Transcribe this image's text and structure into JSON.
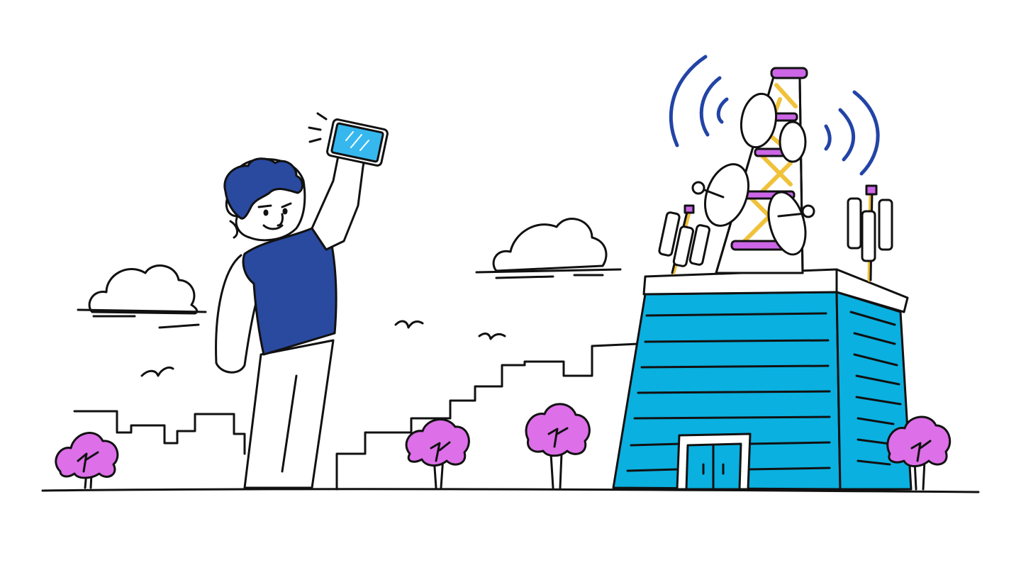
{
  "colors": {
    "background": "#ffffff",
    "ink": "#111111",
    "shirt_blue": "#2a4aa0",
    "building_blue": "#0ab0e0",
    "tree_pink": "#dd6fe8",
    "tower_purple": "#cc66e6",
    "tower_yellow": "#f0c23a",
    "signal_wave_blue": "#2344a6",
    "phone_screen": "#36b8ef"
  },
  "icons": [
    "person-with-phone",
    "cell-tower",
    "satellite-dish",
    "building",
    "tree",
    "cloud",
    "bird",
    "signal-waves"
  ]
}
